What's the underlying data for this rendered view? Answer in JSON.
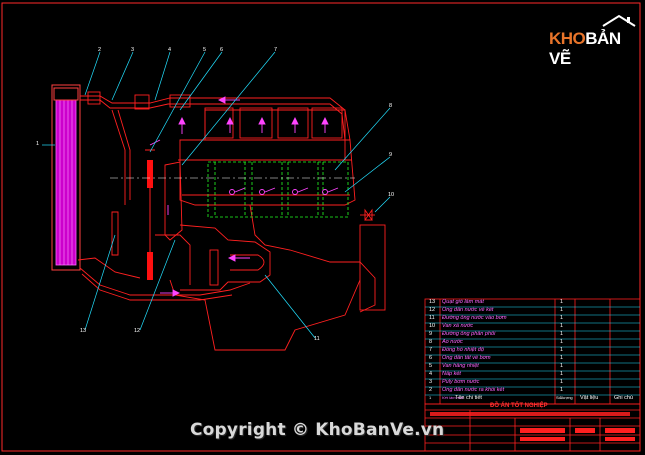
{
  "drawing": {
    "callouts": [
      "1",
      "2",
      "3",
      "4",
      "5",
      "6",
      "7",
      "8",
      "9",
      "10",
      "11",
      "12",
      "13"
    ]
  },
  "parts_list": {
    "rows": [
      {
        "no": "13",
        "name": "Quạt gió làm mát",
        "qty": "1"
      },
      {
        "no": "12",
        "name": "Ống dẫn nước về két",
        "qty": "1"
      },
      {
        "no": "11",
        "name": "Đường ống nước vào bơm",
        "qty": "1"
      },
      {
        "no": "10",
        "name": "Van xả nước",
        "qty": "1"
      },
      {
        "no": "9",
        "name": "Đường ống phân phối",
        "qty": "1"
      },
      {
        "no": "8",
        "name": "Áo nước",
        "qty": "1"
      },
      {
        "no": "7",
        "name": "Đồng hồ nhiệt độ",
        "qty": "1"
      },
      {
        "no": "6",
        "name": "Ống dẫn tắt về bơm",
        "qty": "1"
      },
      {
        "no": "5",
        "name": "Van hằng nhiệt",
        "qty": "1"
      },
      {
        "no": "4",
        "name": "Nắp két",
        "qty": "1"
      },
      {
        "no": "3",
        "name": "Puly bơm nước",
        "qty": "1"
      },
      {
        "no": "2",
        "name": "Ống dẫn nước ra khỏi két",
        "qty": "1"
      },
      {
        "no": "1",
        "name": "Két làm mát",
        "qty": "1"
      }
    ],
    "footer": {
      "col1": "Tên chi tiết",
      "col2": "Số lượng",
      "col3": "Vật liệu",
      "col4": "Ghi chú"
    }
  },
  "title_block": {
    "title": "ĐỒ ÁN TỐT NGHIỆP"
  },
  "watermark": {
    "copyright": "Copyright © KhoBanVe.vn",
    "logo_part1": "KHO",
    "logo_part2": "BẢN VẼ"
  },
  "colors": {
    "background": "#000000",
    "outline": "#ff0000",
    "radiator": "#ff00ff",
    "leader": "#00ffff",
    "cylinders": "#00ff00",
    "table_border": "#ff0000"
  }
}
